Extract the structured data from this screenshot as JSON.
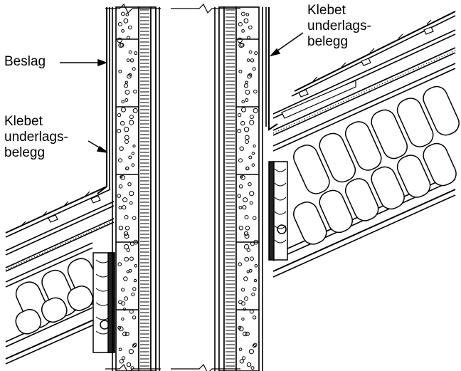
{
  "labels": {
    "beslag": "Beslag",
    "left_membrane": {
      "line1": "Klebet",
      "line2": "underlags-",
      "line3": "belegg"
    },
    "right_membrane": {
      "line1": "Klebet",
      "line2": "underlags-",
      "line3": "belegg"
    }
  },
  "colors": {
    "ink": "#000000",
    "paper": "#ffffff"
  },
  "figure": {
    "type": "chimney-roof-penetration-section",
    "insulation_batts": "rafter-batts",
    "chimney_blocks": "lightweight-aggregate-blocks"
  }
}
